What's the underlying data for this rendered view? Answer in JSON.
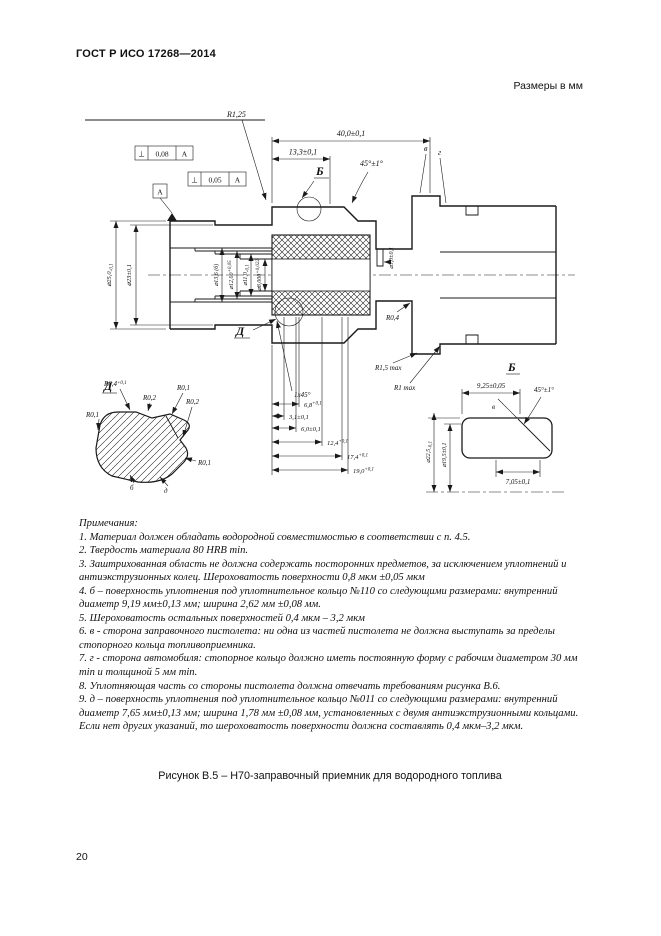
{
  "header": {
    "doc_number": "ГОСТ Р ИСО 17268—2014",
    "units_note": "Размеры в мм"
  },
  "drawing": {
    "callouts": {
      "r1_25": "R1,25",
      "view_b": "Б",
      "detail_d_marker": "Д",
      "r0_4": "R0,4",
      "r1_5_max": "R1,5 max",
      "r1_max": "R1 max",
      "chamfer": "1x45°",
      "angle_top": "45°±1°",
      "letter_v": "в",
      "letter_g": "г"
    },
    "gtol": {
      "frame1_symbol": "⊥",
      "frame1_value": "0,08",
      "frame1_datum": "A",
      "frame2_symbol": "⊥",
      "frame2_value": "0,05",
      "frame2_datum": "A",
      "datum_label": "A"
    },
    "dims": {
      "d40": "40,0±0,1",
      "d13_3": "13,3±0,1",
      "dia25_main": "⌀25,0",
      "dia25_tol": "-0,1",
      "dia23": "⌀23±0,1",
      "dia13_6": "⌀13,6 (б)",
      "dia12_main": "⌀12,00",
      "dia12_tol": "+0,05",
      "dia11_main": "⌀11,0",
      "dia11_tol": "-0,1",
      "dia8_main": "⌀8,000",
      "dia8_tol": "+0,022",
      "dia3": "⌀3,0±0,1",
      "d3_1": "3,1±0,1",
      "d6_0": "6,0±0,1",
      "d6_8_main": "6,8",
      "d6_8_tol": "+0,1",
      "d12_4_main": "12,4",
      "d12_4_tol": "+0,1",
      "d17_4_main": "17,4",
      "d17_4_tol": "+0,1",
      "d19_0_main": "19,0",
      "d19_0_tol": "+0,1"
    },
    "detail_d": {
      "title": "Д",
      "r0_4_main": "R0,4",
      "r0_4_tol": "+0,1",
      "r0_1_a": "R0,1",
      "r0_2_a": "R0,2",
      "r0_1_b": "R0,1",
      "r0_2_b": "R0,2",
      "r0_1_c": "R0,1",
      "letter_b": "б",
      "letter_d": "д"
    },
    "detail_b": {
      "title": "Б",
      "d9_25": "9,25±0,05",
      "angle": "45°±1°",
      "letter_v": "в",
      "d7_05": "7,05±0,1",
      "dia22_main": "⌀22,5",
      "dia22_tol": "-0,1",
      "dia19_5": "⌀19,5±0,1"
    }
  },
  "notes": {
    "title": "Примечания:",
    "items": [
      "1. Материал должен обладать водородной совместимостью в соответствии с п. 4.5.",
      "2. Твердость материала 80 HRB min.",
      "3. Заштрихованная область не должна содержать посторонних предметов, за исключением уплотнений и антиэкструзионных колец. Шероховатость поверхности 0,8 мкм ±0,05 мкм",
      "4. б – поверхность уплотнения под уплотнительное кольцо №110 со следующими размерами: внутренний диаметр 9,19 мм±0,13 мм; ширина 2,62 мм ±0,08 мм.",
      "5. Шероховатость остальных поверхностей 0,4 мкм – 3,2 мкм",
      "6. в - сторона заправочного пистолета: ни одна из частей пистолета не должна выступать за пределы стопорного кольца топливоприемника.",
      "7. г - сторона автомобиля: стопорное кольцо должно иметь постоянную форму с рабочим диаметром 30 мм min и толщиной 5 мм min.",
      "8. Уплотняющая часть со стороны пистолета должна отвечать требованиям рисунка В.6.",
      "9. д – поверхность уплотнения под уплотнительное кольцо №011 со следующими размерами: внутренний диаметр 7,65 мм±0,13 мм; ширина 1,78 мм ±0,08 мм, установленных с двумя антиэкструзионными кольцами. Если нет других указаний, то шероховатость поверхности должна составлять 0,4 мкм–3,2 мкм."
    ]
  },
  "caption": "Рисунок В.5 – Н70-заправочный приемник для водородного топлива",
  "page_number": "20"
}
